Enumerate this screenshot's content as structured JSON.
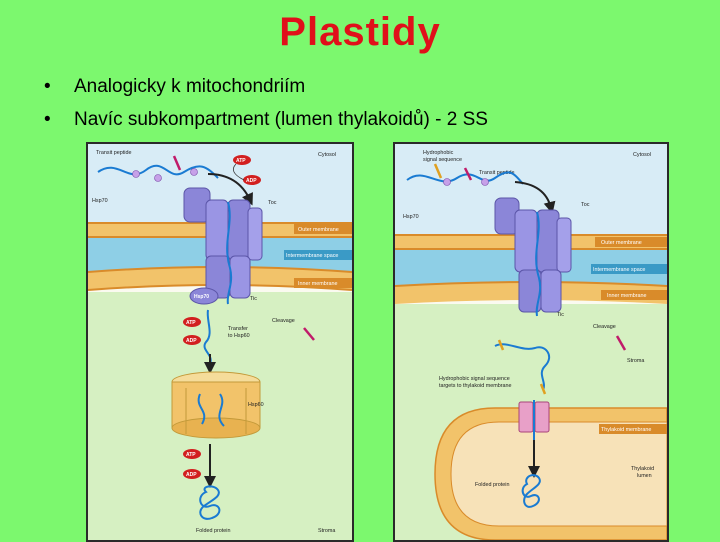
{
  "title": "Plastidy",
  "bullets": [
    "Analogicky k mitochondriím",
    "Navíc subkompartment (lumen thylakoidů) - 2 SS"
  ],
  "left_diagram": {
    "transit_peptide": "Transit peptide",
    "cytosol": "Cytosol",
    "atp": "ATP",
    "adp": "ADP",
    "hsp70": "Hsp70",
    "toc": "Toc",
    "outer_membrane": "Outer membrane",
    "intermembrane_space": "Intermembrane space",
    "inner_membrane": "Inner membrane",
    "hsp70_stroma": "Hsp70",
    "tic": "Tic",
    "cleavage": "Cleavage",
    "transfer_line1": "Transfer",
    "transfer_line2": "to Hsp60",
    "atp2": "ATP",
    "adp2": "ADP",
    "hsp60": "Hsp60",
    "atp3": "ATP",
    "adp3": "ADP",
    "folded_protein": "Folded protein",
    "stroma": "Stroma"
  },
  "right_diagram": {
    "hydrophobic_line1": "Hydrophobic",
    "hydrophobic_line2": "signal sequence",
    "cytosol": "Cytosol",
    "transit_peptide": "Transit peptide",
    "toc": "Toc",
    "hsp70": "Hsp70",
    "outer_membrane": "Outer membrane",
    "intermembrane_space": "Intermembrane space",
    "inner_membrane": "Inner membrane",
    "tic": "Tic",
    "cleavage": "Cleavage",
    "stroma": "Stroma",
    "hydrophobic_seq_line1": "Hydrophobic signal sequence",
    "hydrophobic_seq_line2": "targets to thylakoid membrane",
    "thylakoid_membrane": "Thylakoid membrane",
    "thylakoid_lumen_line1": "Thylakoid",
    "thylakoid_lumen_line2": "lumen",
    "folded_protein": "Folded protein"
  }
}
